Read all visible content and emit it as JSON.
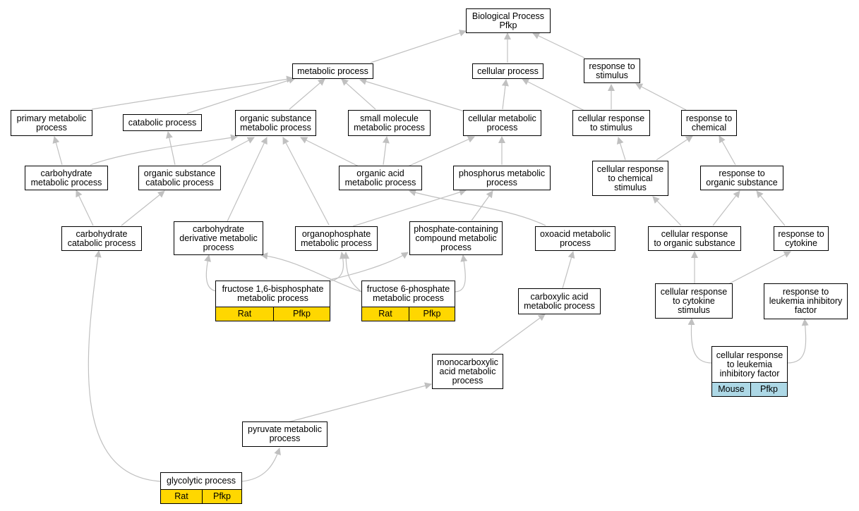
{
  "colors": {
    "edge": "#c0c0c0",
    "rat": "#ffd700",
    "mouse": "#add8e6",
    "border": "#000000"
  },
  "nodes": {
    "bp": "Biological Process\nPfkp",
    "metabolic": "metabolic process",
    "cellular": "cellular process",
    "response_stimulus": "response to\nstimulus",
    "primary_metabolic": "primary metabolic\nprocess",
    "catabolic": "catabolic process",
    "organic_substance_metabolic": "organic substance\nmetabolic process",
    "small_molecule": "small molecule\nmetabolic process",
    "cellular_metabolic": "cellular metabolic\nprocess",
    "cellular_response_stimulus": "cellular response\nto stimulus",
    "response_chemical": "response to\nchemical",
    "carbohydrate_metabolic": "carbohydrate\nmetabolic process",
    "organic_substance_catabolic": "organic substance\ncatabolic process",
    "organic_acid": "organic acid\nmetabolic process",
    "phosphorus": "phosphorus metabolic\nprocess",
    "cellular_response_chemical": "cellular response\nto chemical\nstimulus",
    "response_organic": "response to\norganic substance",
    "carbohydrate_catabolic": "carbohydrate\ncatabolic process",
    "carbohydrate_derivative": "carbohydrate\nderivative metabolic\nprocess",
    "organophosphate": "organophosphate\nmetabolic process",
    "phosphate_containing": "phosphate-containing\ncompound metabolic\nprocess",
    "oxoacid": "oxoacid metabolic\nprocess",
    "cellular_response_organic": "cellular response\nto organic substance",
    "response_cytokine": "response to\ncytokine",
    "carboxylic": "carboxylic acid\nmetabolic process",
    "cellular_response_cytokine": "cellular response\nto cytokine\nstimulus",
    "response_lif": "response to\nleukemia inhibitory\nfactor",
    "monocarboxylic": "monocarboxylic\nacid metabolic\nprocess",
    "pyruvate": "pyruvate metabolic\nprocess"
  },
  "leaves": {
    "fbp": {
      "title": "fructose 1,6-bisphosphate\nmetabolic process",
      "species": "Rat",
      "gene": "Pfkp"
    },
    "f6p": {
      "title": "fructose 6-phosphate\nmetabolic process",
      "species": "Rat",
      "gene": "Pfkp"
    },
    "glycolytic": {
      "title": "glycolytic process",
      "species": "Rat",
      "gene": "Pfkp"
    },
    "lif": {
      "title": "cellular response\nto leukemia\ninhibitory factor",
      "species": "Mouse",
      "gene": "Pfkp"
    }
  }
}
